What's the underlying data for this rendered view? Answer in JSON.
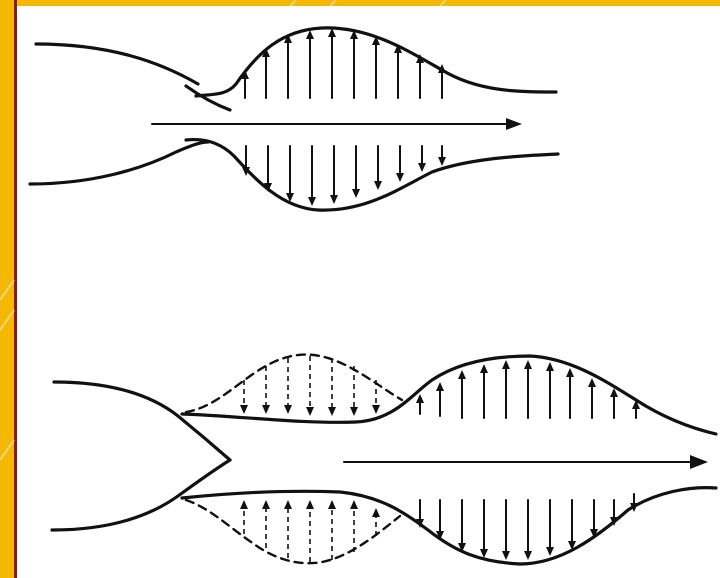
{
  "figure": {
    "panels": [
      {
        "id": "top",
        "content": "single-bulge"
      },
      {
        "id": "bottom",
        "content": "double-bulge-with-dashed-previous"
      }
    ]
  },
  "colors": {
    "border_accent": "#f5b800",
    "border_line": "#8a1a1a",
    "ink": "#111111",
    "background": "#ffffff"
  }
}
